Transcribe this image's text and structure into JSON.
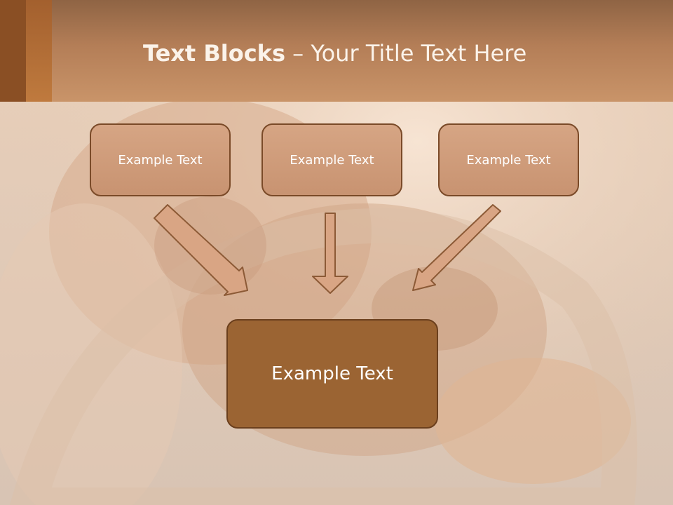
{
  "title": {
    "bold": "Text Blocks",
    "rest": " – Your Title Text Here"
  },
  "top_boxes": [
    {
      "label": "Example Text"
    },
    {
      "label": "Example Text"
    },
    {
      "label": "Example Text"
    }
  ],
  "bottom_box": {
    "label": "Example Text"
  },
  "colors": {
    "header": "#c08a60",
    "accent_dark": "#8a4f24",
    "accent": "#bf7a3e",
    "box_fill": "#d2a07f",
    "box_border": "#7a4a28",
    "bottom_box_fill": "#9b6433",
    "arrow_fill": "#d9a584"
  }
}
